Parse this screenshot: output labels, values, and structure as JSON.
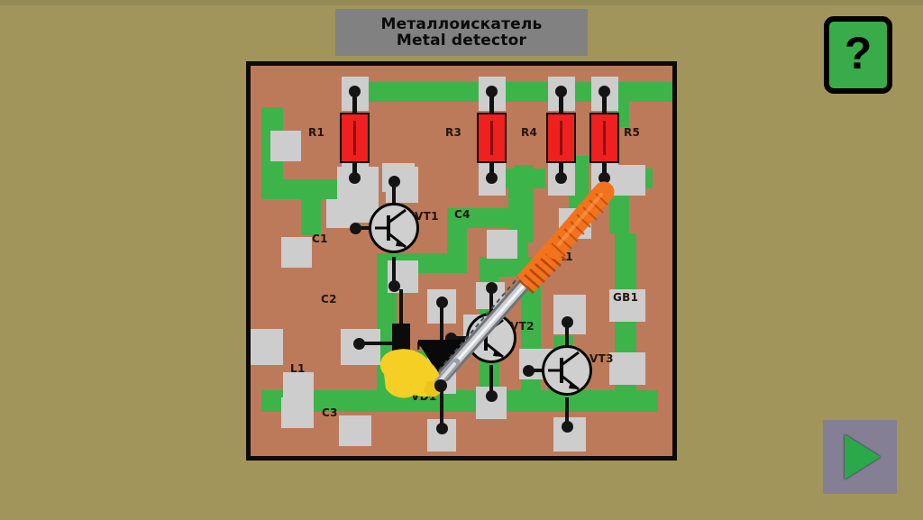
{
  "app": {
    "background_color": "#a1955c",
    "title_ru": "Металлоискатель",
    "title_en": "Metal detector"
  },
  "help_button": {
    "label": "?",
    "icon": "question-mark-icon",
    "fill_color": "#3aab4a",
    "border_color": "#000000"
  },
  "play_button": {
    "icon": "play-triangle-icon",
    "fill_color": "#857f96",
    "triangle_color": "#2aa84a"
  },
  "board": {
    "pcb_color": "#bd7a5a",
    "trace_color": "#3cb44a",
    "pad_color": "#cdcdcd",
    "border_color": "#0d0a08",
    "components": [
      {
        "ref": "R1",
        "type": "resistor",
        "body_color": "#ef2020"
      },
      {
        "ref": "R3",
        "type": "resistor",
        "body_color": "#ef2020"
      },
      {
        "ref": "R4",
        "type": "resistor",
        "body_color": "#ef2020"
      },
      {
        "ref": "R5",
        "type": "resistor",
        "body_color": "#ef2020"
      },
      {
        "ref": "R2",
        "type": "resistor",
        "body_color": "#0b0b0b"
      },
      {
        "ref": "C1",
        "type": "capacitor-pad"
      },
      {
        "ref": "C2",
        "type": "capacitor-pad"
      },
      {
        "ref": "C3",
        "type": "capacitor-pad"
      },
      {
        "ref": "C4",
        "type": "capacitor-pad"
      },
      {
        "ref": "L1",
        "type": "inductor-pad"
      },
      {
        "ref": "VT1",
        "type": "transistor-npn"
      },
      {
        "ref": "VT2",
        "type": "transistor-npn"
      },
      {
        "ref": "VT3",
        "type": "transistor-npn"
      },
      {
        "ref": "VD1",
        "type": "diode"
      },
      {
        "ref": "HL1",
        "type": "led-pad"
      },
      {
        "ref": "GB1",
        "type": "battery-pad"
      }
    ],
    "labels": {
      "R1": "R1",
      "R2": "R2",
      "R3": "R3",
      "R4": "R4",
      "R5": "R5",
      "C1": "C1",
      "C2": "C2",
      "C3": "C3",
      "C4": "C4",
      "L1": "L1",
      "VT1": "VT1",
      "VT2": "VT2",
      "VT3": "VT3",
      "VD1": "VD1",
      "HL1": "HL1",
      "GB1": "GB1"
    }
  },
  "tool": {
    "name": "soldering-iron",
    "handle_color": "#f2731c",
    "shaft_color": "#b9bcc0",
    "solder_color": "#f5cf24"
  }
}
